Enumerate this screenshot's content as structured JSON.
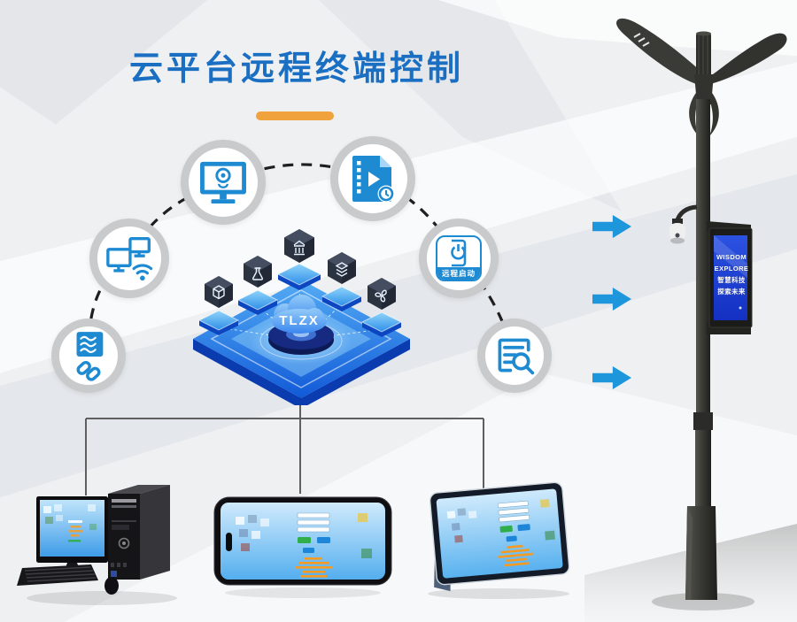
{
  "title": {
    "text": "云平台远程终端控制",
    "color": "#1a6fc2",
    "underline_color": "#f0a33c"
  },
  "hub": {
    "cloud_label": "TLZX",
    "platform_color": "#1f7ae8",
    "cube_icons": [
      "cube-icon",
      "flask-icon",
      "bank-columns-icon",
      "layers-icon",
      "fan-icon"
    ]
  },
  "feature_circles": [
    {
      "id": "webcam-monitor",
      "icon": "monitor-webcam-icon"
    },
    {
      "id": "video-file",
      "icon": "video-file-icon"
    },
    {
      "id": "network",
      "icon": "dual-monitor-wifi-icon"
    },
    {
      "id": "remote-start",
      "icon": "phone-power-icon",
      "label": "远程启动"
    },
    {
      "id": "data-link",
      "icon": "flow-chain-link-icon"
    },
    {
      "id": "doc-search",
      "icon": "document-search-icon"
    }
  ],
  "arrows": {
    "count": 3,
    "direction": "right",
    "color": "#1d96dc"
  },
  "smart_pole": {
    "display": {
      "background": "#1f3fd6",
      "lines": [
        "WISDOM",
        "EXPLORE",
        "智慧科技",
        "探索未来"
      ]
    },
    "camera": "dome-camera"
  },
  "devices": [
    {
      "name": "desktop-computer"
    },
    {
      "name": "smartphone"
    },
    {
      "name": "tablet"
    }
  ]
}
